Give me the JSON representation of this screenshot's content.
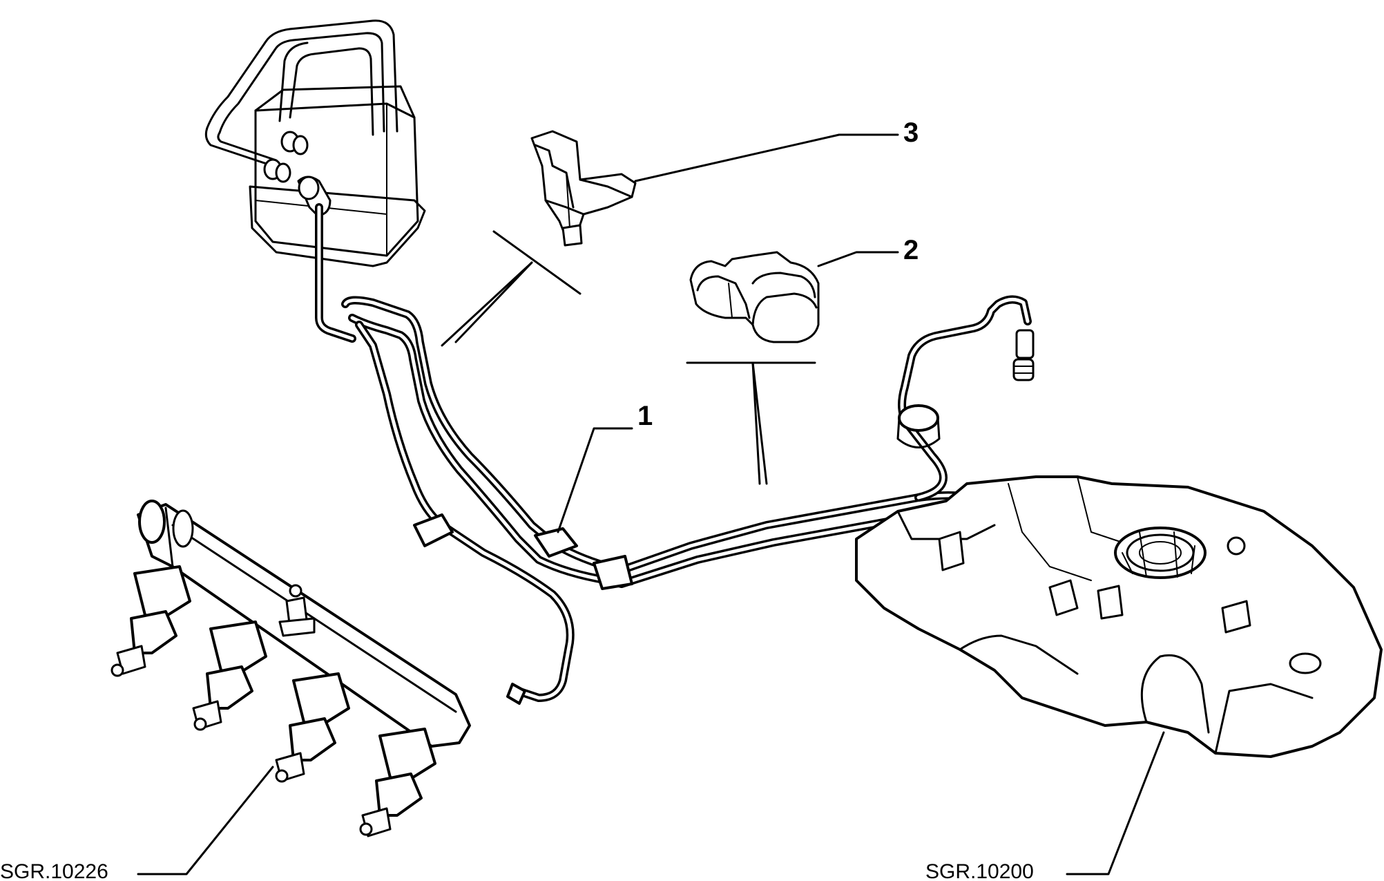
{
  "callouts": [
    {
      "id": "1",
      "label": "1"
    },
    {
      "id": "2",
      "label": "2"
    },
    {
      "id": "3",
      "label": "3"
    }
  ],
  "references": [
    {
      "id": "injector-rail",
      "label": "SGR.10226"
    },
    {
      "id": "fuel-tank",
      "label": "SGR.10200"
    }
  ]
}
